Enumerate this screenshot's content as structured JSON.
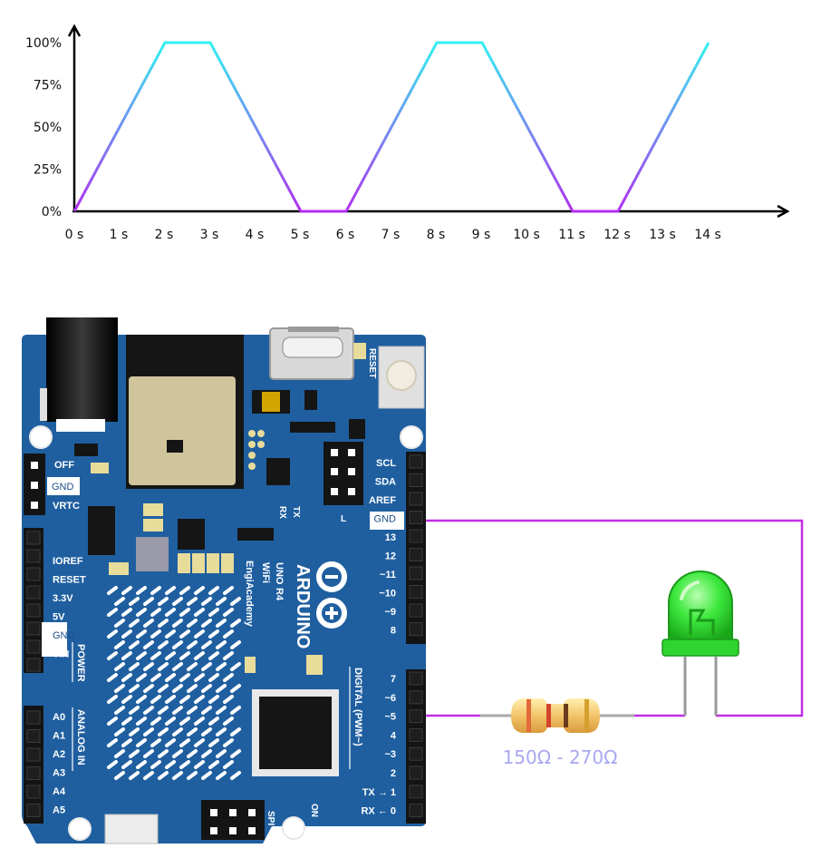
{
  "chart_data": {
    "type": "line",
    "x": [
      0,
      2,
      3,
      5,
      6,
      8,
      9,
      11,
      12,
      14
    ],
    "values": [
      0,
      100,
      100,
      0,
      0,
      100,
      100,
      0,
      0,
      100
    ],
    "xlim": [
      0,
      14
    ],
    "ylim": [
      0,
      100
    ],
    "x_ticks": [
      "0 s",
      "1 s",
      "2 s",
      "3 s",
      "4 s",
      "5 s",
      "6 s",
      "7 s",
      "8 s",
      "9 s",
      "10 s",
      "11 s",
      "12 s",
      "13 s",
      "14 s"
    ],
    "y_ticks": [
      "0%",
      "25%",
      "50%",
      "75%",
      "100%"
    ],
    "y_tick_values": [
      0,
      25,
      50,
      75,
      100
    ],
    "grid": false,
    "gradient": {
      "top": "#33f0f0",
      "bottom": "#b030f0"
    }
  },
  "board": {
    "left_header_labels": [
      "OFF",
      "GND",
      "VRTC"
    ],
    "power_labels": [
      "IOREF",
      "RESET",
      "3.3V",
      "5V",
      "GND",
      "VIN"
    ],
    "power_section": "POWER",
    "analog_labels": [
      "A0",
      "A1",
      "A2",
      "A3",
      "A4",
      "A5"
    ],
    "analog_section": "ANALOG IN",
    "digital_top_labels": [
      "SCL",
      "SDA",
      "AREF",
      "GND",
      "13",
      "12",
      "~11",
      "~10",
      "~9",
      "8"
    ],
    "digital_bottom_labels": [
      "7",
      "~6",
      "~5",
      "4",
      "~3",
      "2",
      "TX → 1",
      "RX ← 0"
    ],
    "digital_section": "DIGITAL (PWM~)",
    "reset_label": "RESET",
    "brand": "ARDUINO",
    "model_line1": "UNO",
    "model_line2": "R4",
    "model_line3": "WiFi",
    "maker": "EngiAcademy",
    "rx_label": "RX",
    "tx_label": "TX",
    "l_label": "L",
    "on_label": "ON",
    "spi_label": "SPI",
    "board_color": "#1f5fa0"
  },
  "circuit": {
    "resistor_label": "150Ω - 270Ω",
    "wire_color": "#c22ee6",
    "led_color": "#3de83d"
  }
}
